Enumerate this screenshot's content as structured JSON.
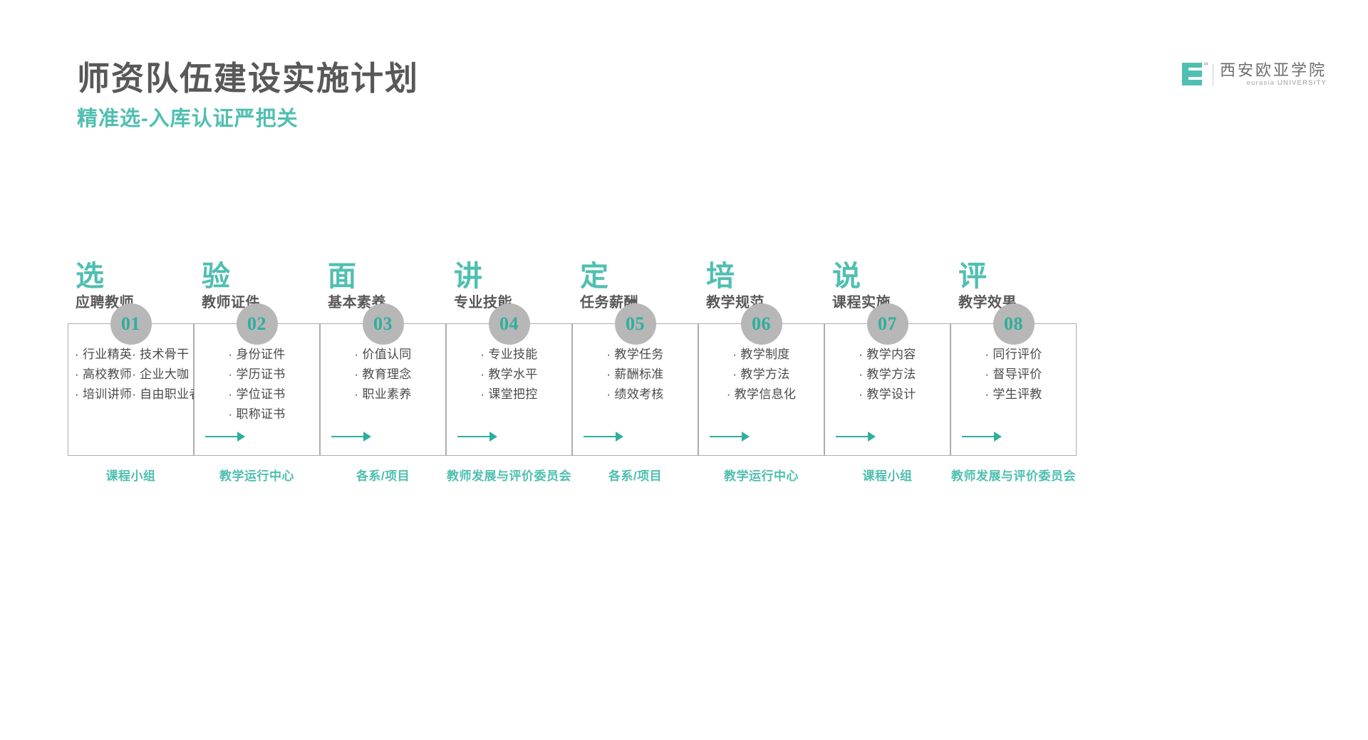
{
  "header": {
    "title": "师资队伍建设实施计划",
    "subtitle": "精准选-入库认证严把关"
  },
  "logo": {
    "mark": "E",
    "name_cn": "西安欧亚学院",
    "name_en_brand": "eurasia",
    "name_en_suffix": "UNIVERSITY"
  },
  "colors": {
    "teal": "#4fbfb1",
    "teal_dark": "#2fae9e",
    "title_gray": "#585858",
    "badge_gray": "#b7b7b7",
    "card_border": "#adadad",
    "bullet_text": "#4a4a4a"
  },
  "flow": {
    "steps": [
      {
        "key": "选",
        "sub": "应聘教师",
        "number": "01",
        "two_col": true,
        "bullets": [
          "行业精英",
          "技术骨干",
          "高校教师",
          "企业大咖",
          "培训讲师",
          "自由职业者"
        ],
        "owner": "课程小组"
      },
      {
        "key": "验",
        "sub": "教师证件",
        "number": "02",
        "two_col": false,
        "bullets": [
          "身份证件",
          "学历证书",
          "学位证书",
          "职称证书"
        ],
        "owner": "教学运行中心"
      },
      {
        "key": "面",
        "sub": "基本素养",
        "number": "03",
        "two_col": false,
        "bullets": [
          "价值认同",
          "教育理念",
          "职业素养"
        ],
        "owner": "各系/项目"
      },
      {
        "key": "讲",
        "sub": "专业技能",
        "number": "04",
        "two_col": false,
        "bullets": [
          "专业技能",
          "教学水平",
          "课堂把控"
        ],
        "owner": "教师发展与评价委员会"
      },
      {
        "key": "定",
        "sub": "任务薪酬",
        "number": "05",
        "two_col": false,
        "bullets": [
          "教学任务",
          "薪酬标准",
          "绩效考核"
        ],
        "owner": "各系/项目"
      },
      {
        "key": "培",
        "sub": "教学规范",
        "number": "06",
        "two_col": false,
        "bullets": [
          "教学制度",
          "教学方法",
          "教学信息化"
        ],
        "owner": "教学运行中心"
      },
      {
        "key": "说",
        "sub": "课程实施",
        "number": "07",
        "two_col": false,
        "bullets": [
          "教学内容",
          "教学方法",
          "教学设计"
        ],
        "owner": "课程小组"
      },
      {
        "key": "评",
        "sub": "教学效果",
        "number": "08",
        "two_col": false,
        "bullets": [
          "同行评价",
          "督导评价",
          "学生评教"
        ],
        "owner": "教师发展与评价委员会"
      }
    ]
  }
}
